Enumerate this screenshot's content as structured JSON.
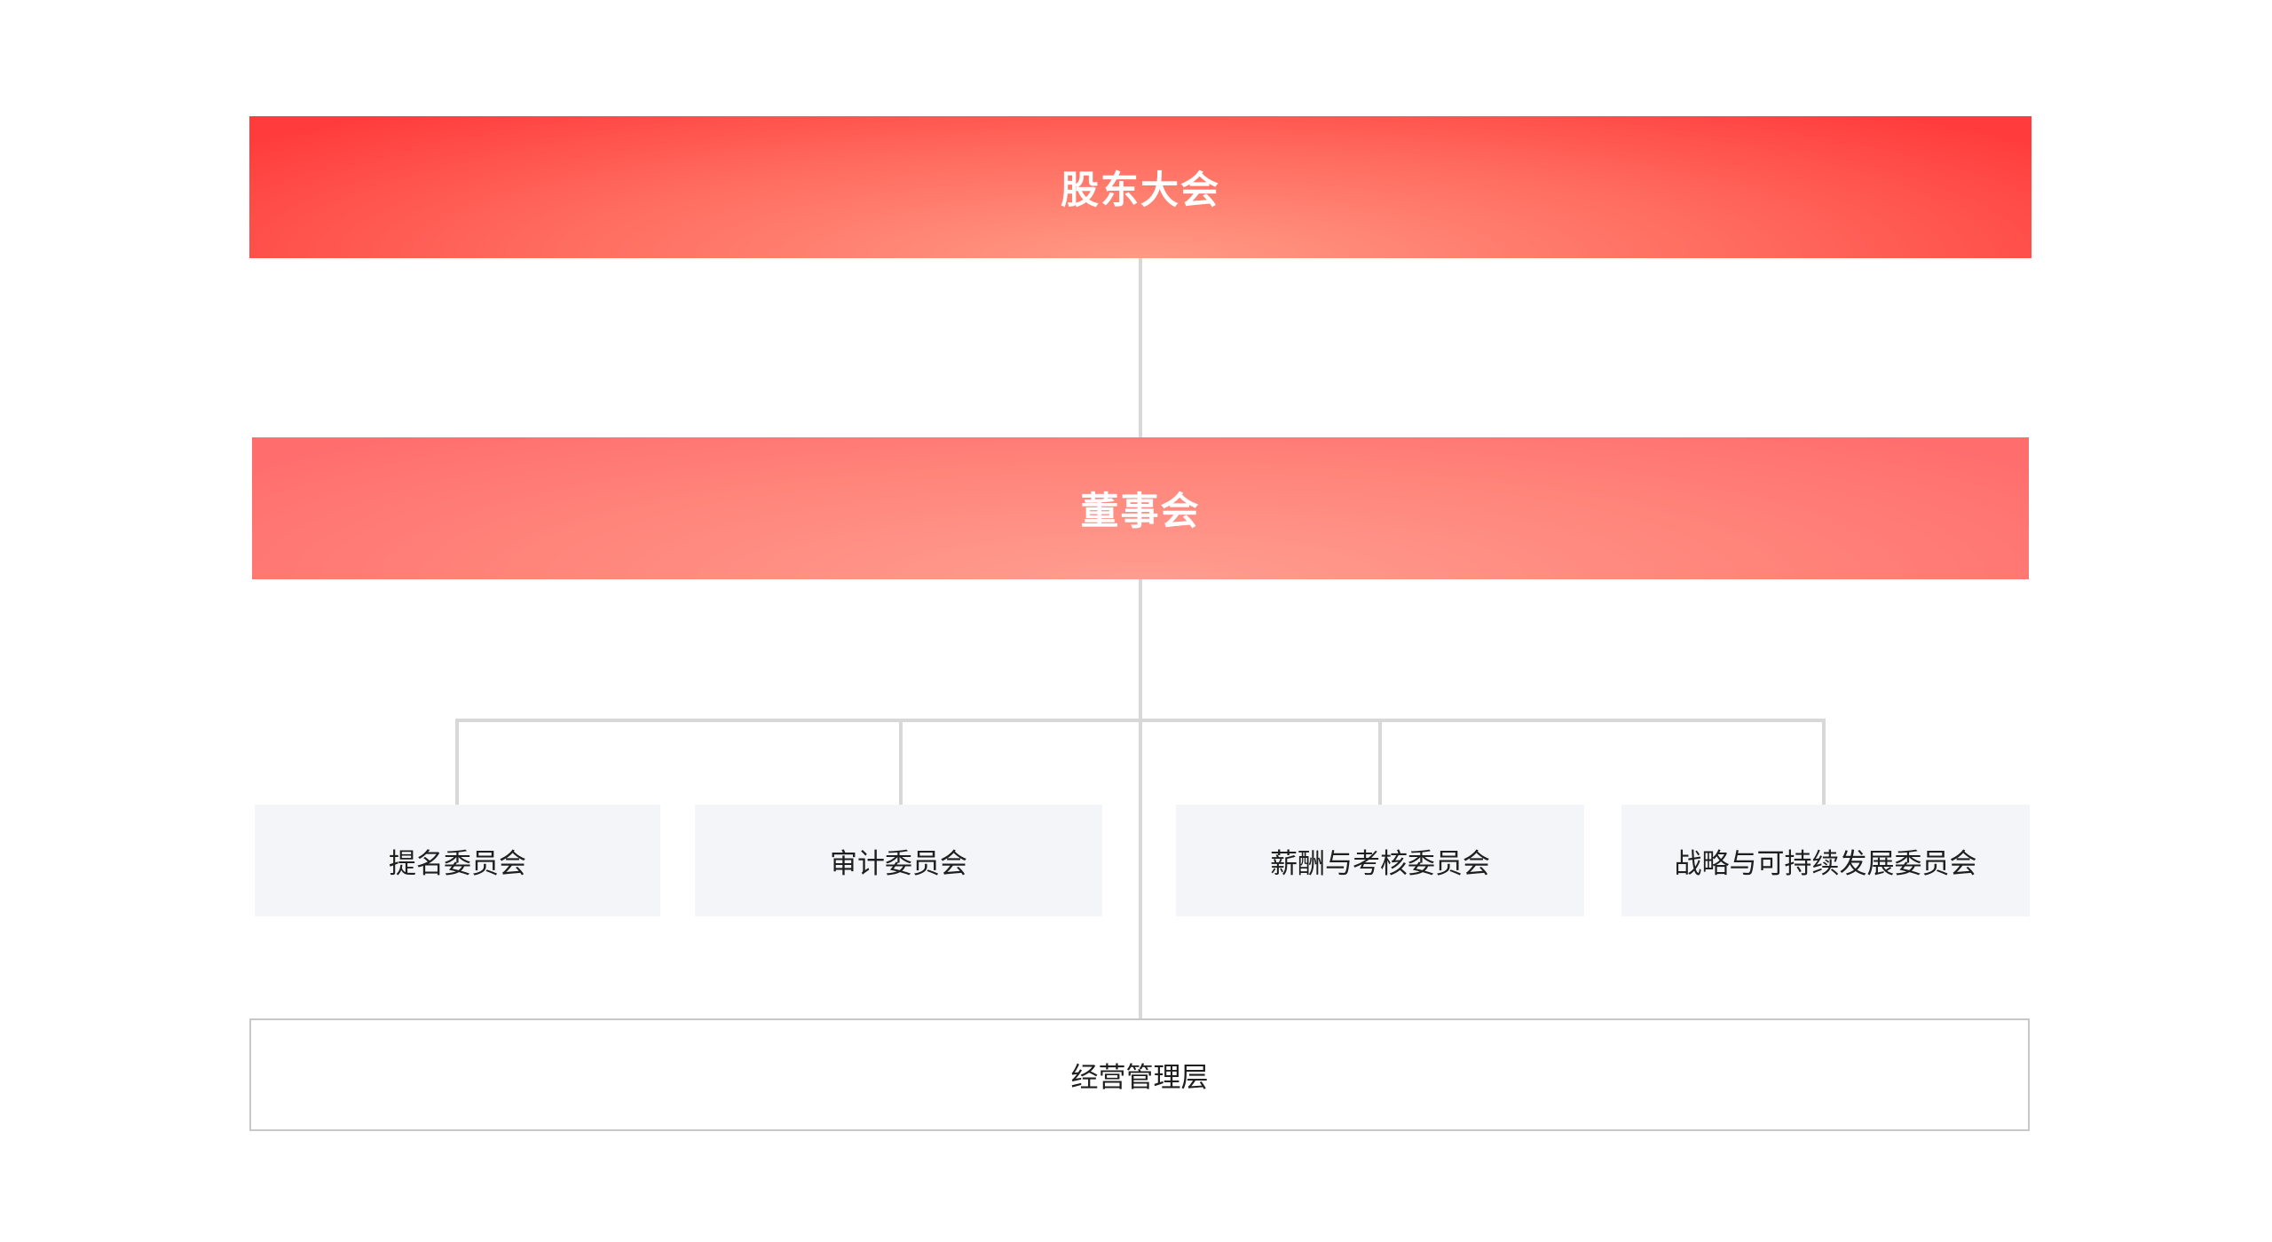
{
  "org_chart": {
    "top": {
      "label": "股东大会"
    },
    "board": {
      "label": "董事会"
    },
    "committees": [
      {
        "label": "提名委员会"
      },
      {
        "label": "审计委员会"
      },
      {
        "label": "薪酬与考核委员会"
      },
      {
        "label": "战略与可持续发展委员会"
      }
    ],
    "management": {
      "label": "经营管理层"
    }
  },
  "colors": {
    "top_gradient": [
      "#ff3b3b",
      "#ff9a85"
    ],
    "board_gradient": [
      "#ff6d6d",
      "#ff9d90"
    ],
    "committee_fill": "#f4f5f9",
    "connector": "#d8d8d8",
    "management_border": "#c8c8c8"
  }
}
